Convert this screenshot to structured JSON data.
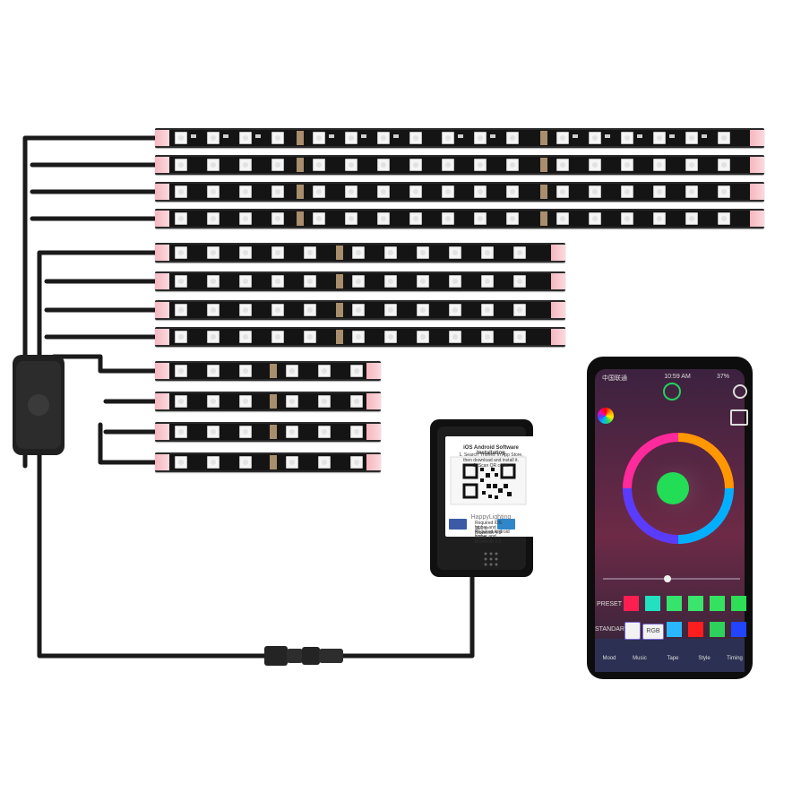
{
  "scene": {
    "description": "Car interior LED strip kit with RGB LED strips, splitter cable, Bluetooth control box with QR code and a smartphone showing a lighting app",
    "strips": {
      "long_count": 4,
      "medium_count": 4,
      "short_count": 4
    },
    "controller_box": {
      "heading": "iOS Android Software Installation",
      "notes": [
        "1. Search 'Triones' in App Store,",
        "then download and install it.",
        "2. Scan QR code."
      ],
      "qr_footer": "HappyLighting",
      "bottom_notes": [
        "Required iOS 11.0 or",
        "higher and Bluetooth 4.0",
        "Required Android 4.3 or",
        "higher and Bluetooth 4.0"
      ]
    },
    "phone": {
      "status_left": "中国联通",
      "status_time": "10:59 AM",
      "status_right": "37%",
      "left_labels": {
        "preset": "PRESET",
        "standard": "STANDARD"
      },
      "rgb_button": "RGB",
      "tabs": [
        "Mood",
        "Music",
        "Tape",
        "Style",
        "Timing"
      ],
      "colors": {
        "center_color": "#22dd55",
        "preset_row": [
          "#ff1f4f",
          "#23e0c0",
          "#36e36d",
          "#39e56a",
          "#33e35f",
          "#2ede56"
        ],
        "standard_row": [
          "#ffffff",
          "#ffffff",
          "#2ab7ff",
          "#ff1e1e",
          "#2ed15b",
          "#2144ff"
        ]
      }
    }
  }
}
